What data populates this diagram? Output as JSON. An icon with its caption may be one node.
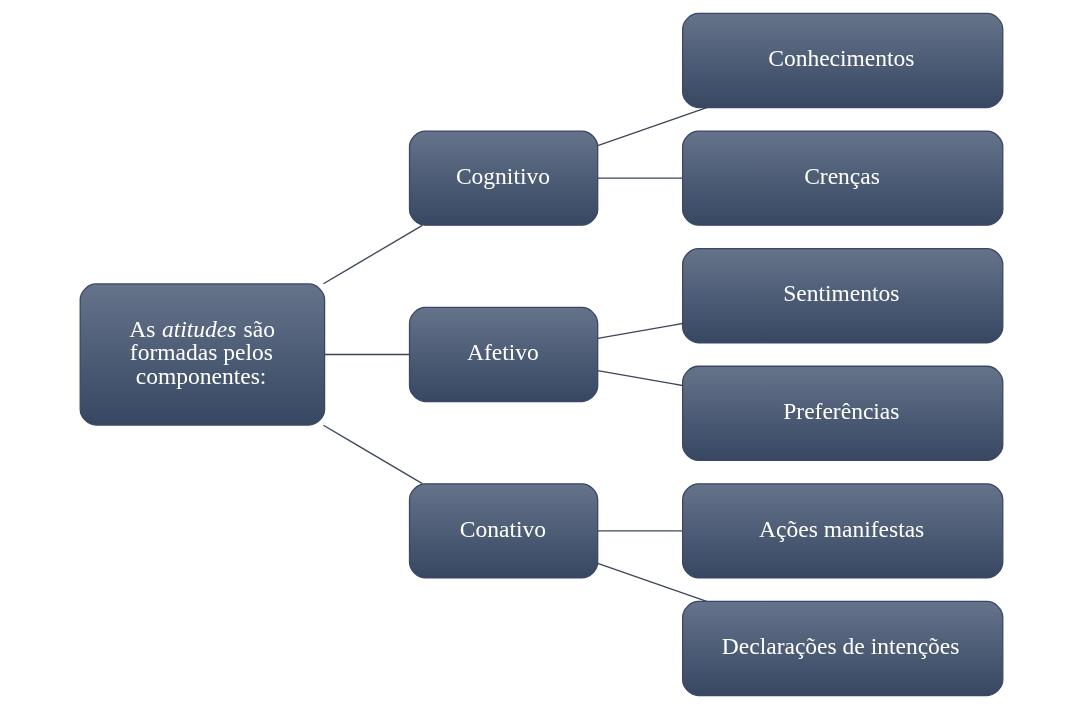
{
  "diagram": {
    "nodes": [
      {
        "text": [
          "As *atitudes* são formadas pelos componentes:"
        ]
      },
      {
        "text": [
          "Cognitivo"
        ]
      },
      {
        "text": [
          "Afetivo"
        ]
      },
      {
        "text": [
          "Conativo"
        ]
      },
      {
        "text": [
          "Conhecimentos"
        ]
      },
      {
        "text": [
          "Crenças"
        ]
      },
      {
        "text": [
          "Sentimentos"
        ]
      },
      {
        "text": [
          "Preferências"
        ]
      },
      {
        "text": [
          "Ações manifestas"
        ]
      },
      {
        "text": [
          "Declarações de intenções"
        ]
      }
    ],
    "edges": [
      {
        "from": 0,
        "to": 1,
        "arrow": "none"
      },
      {
        "from": 0,
        "to": 2,
        "arrow": "none"
      },
      {
        "from": 0,
        "to": 3,
        "arrow": "none"
      },
      {
        "from": 1,
        "to": 4,
        "arrow": "none"
      },
      {
        "from": 1,
        "to": 5,
        "arrow": "none"
      },
      {
        "from": 2,
        "to": 6,
        "arrow": "none"
      },
      {
        "from": 2,
        "to": 7,
        "arrow": "none"
      },
      {
        "from": 3,
        "to": 8,
        "arrow": "none"
      },
      {
        "from": 3,
        "to": 9,
        "arrow": "none"
      }
    ]
  }
}
